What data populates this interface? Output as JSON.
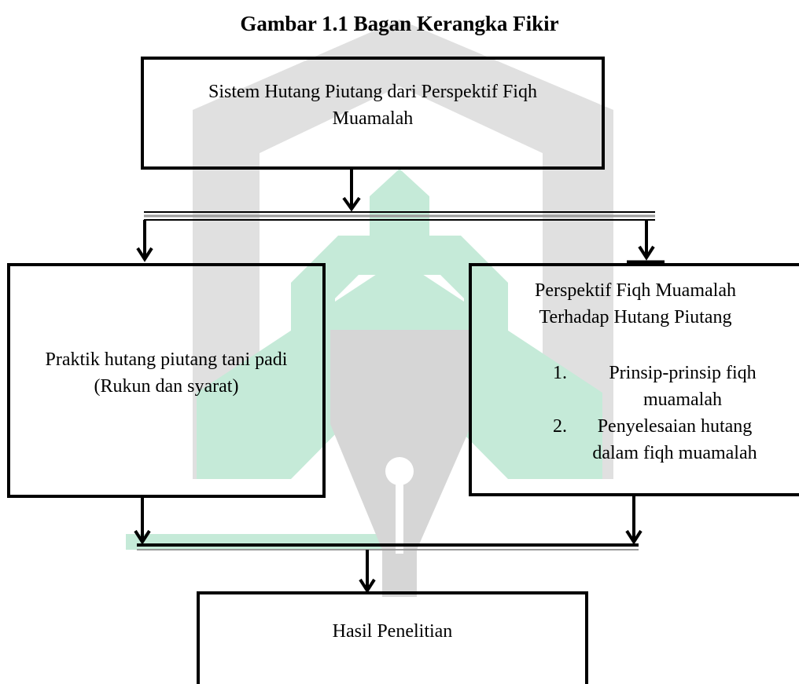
{
  "figure": {
    "title": "Gambar 1.1 Bagan Kerangka Fikir"
  },
  "diagram": {
    "top_box": {
      "text": "Sistem Hutang Piutang dari Perspektif Fiqh Muamalah"
    },
    "left_box": {
      "text": "Praktik hutang piutang tani padi (Rukun dan syarat)"
    },
    "right_box": {
      "heading": "Perspektif Fiqh Muamalah Terhadap Hutang Piutang",
      "items": [
        {
          "number": "1.",
          "text": "Prinsip-prinsip fiqh muamalah"
        },
        {
          "number": "2.",
          "text": "Penyelesaian hutang dalam fiqh muamalah"
        }
      ]
    },
    "bottom_box": {
      "text": "Hasil Penelitian"
    }
  },
  "colors": {
    "watermark_green": "#b7e3cf",
    "watermark_gray": "#d3d3d3",
    "stroke": "#000000"
  }
}
